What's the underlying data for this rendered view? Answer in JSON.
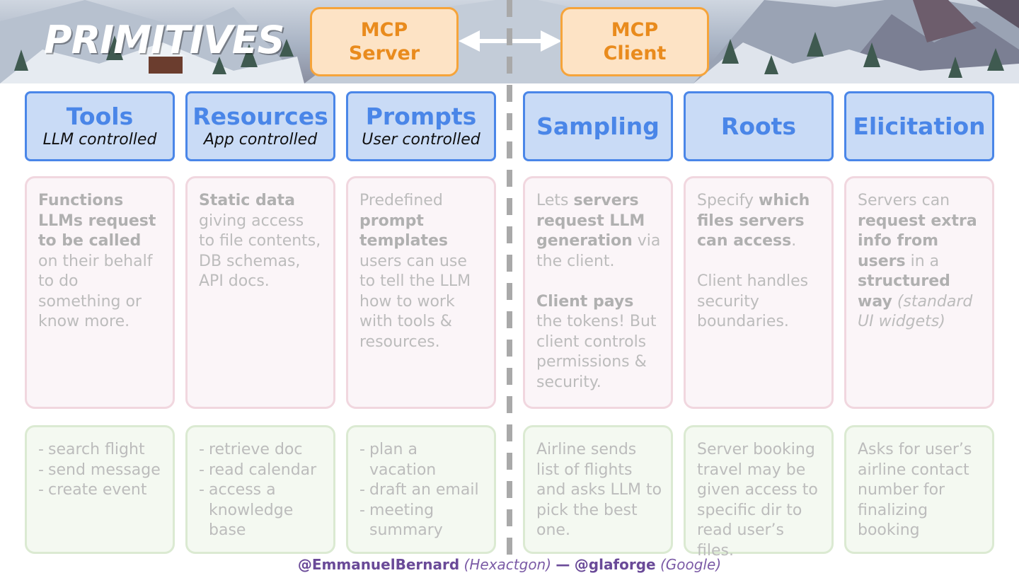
{
  "title": "PRIMITIVES",
  "mcp_server": {
    "line1": "MCP",
    "line2": "Server"
  },
  "mcp_client": {
    "line1": "MCP",
    "line2": "Client"
  },
  "columns": [
    {
      "name": "Tools",
      "subtitle": "LLM controlled",
      "description": [
        {
          "b": "Functions LLMs request to be called"
        },
        {
          "t": " on their behalf to do something or know more."
        }
      ],
      "examples_list": [
        "search flight",
        "send message",
        "create event"
      ]
    },
    {
      "name": "Resources",
      "subtitle": "App controlled",
      "description": [
        {
          "b": "Static data"
        },
        {
          "t": " giving access to file contents, DB schemas, API docs."
        }
      ],
      "examples_list": [
        "retrieve doc",
        "read calendar",
        "access a knowledge base"
      ]
    },
    {
      "name": "Prompts",
      "subtitle": "User controlled",
      "description": [
        {
          "t": "Predefined "
        },
        {
          "b": "prompt templates"
        },
        {
          "t": " users can use to tell the LLM how to work with tools & resources."
        }
      ],
      "examples_list": [
        "plan a vacation",
        "draft an email",
        "meeting summary"
      ]
    },
    {
      "name": "Sampling",
      "subtitle": "",
      "description": [
        {
          "t": "Lets "
        },
        {
          "b": "servers request LLM generation"
        },
        {
          "t": " via the client."
        },
        {
          "br": true
        },
        {
          "b": "Client pays"
        },
        {
          "t": " the tokens! But client controls permissions & security."
        }
      ],
      "examples_text": "Airline sends list of flights and asks LLM to pick the best one."
    },
    {
      "name": "Roots",
      "subtitle": "",
      "description": [
        {
          "t": "Specify "
        },
        {
          "b": "which files servers can access"
        },
        {
          "t": "."
        },
        {
          "br": true
        },
        {
          "t": "Client handles security boundaries."
        }
      ],
      "examples_text": "Server booking travel may be given access to specific dir to read user’s files."
    },
    {
      "name": "Elicitation",
      "subtitle": "",
      "description": [
        {
          "t": "Servers can "
        },
        {
          "b": "request extra info from users"
        },
        {
          "t": " in a "
        },
        {
          "b": "structured way"
        },
        {
          "i": " (standard UI widgets)"
        }
      ],
      "examples_text": "Asks for user’s airline contact number for finalizing booking"
    }
  ],
  "footer": {
    "handle1": "@EmmanuelBernard",
    "org1": "(Hexactgon)",
    "sep": "—",
    "handle2": "@glaforge",
    "org2": "(Google)"
  },
  "colors": {
    "head_fill": "#c9dbf6",
    "head_border": "#4a86e8",
    "desc_border": "#f1d7df",
    "example_border": "#dbead2",
    "mcp_fill": "#fde3c5",
    "mcp_border": "#f6a43a"
  }
}
